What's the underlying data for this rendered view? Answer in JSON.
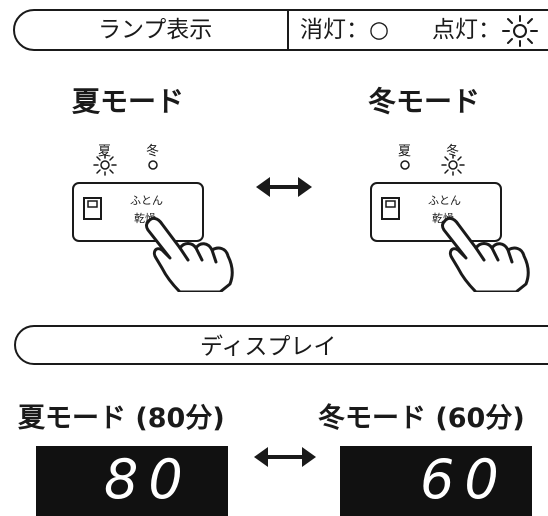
{
  "lamp_bar": {
    "title": "ランプ表示",
    "off_legend": "消灯：○",
    "on_legend": "点灯："
  },
  "lamp_panels": [
    {
      "mode_title": "夏モード",
      "led_summer": "夏",
      "led_winter": "冬",
      "lit": "summer",
      "button_text_line1": "ふとん",
      "button_text_line2": "乾燥"
    },
    {
      "mode_title": "冬モード",
      "led_summer": "夏",
      "led_winter": "冬",
      "lit": "winter",
      "button_text_line1": "ふとん",
      "button_text_line2": "乾燥"
    }
  ],
  "display_bar": {
    "title": "ディスプレイ"
  },
  "displays": [
    {
      "mode_title": "夏モード (80分)",
      "digits": "80"
    },
    {
      "mode_title": "冬モード (60分)",
      "digits": "60"
    }
  ],
  "colors": {
    "ink": "#1a1a1a",
    "display_bg": "#111111",
    "display_digit": "#ffffff"
  },
  "icons": [
    "double-arrow-icon",
    "pointing-hand-icon",
    "lit-lamp-icon",
    "unlit-lamp-icon",
    "futon-icon"
  ]
}
